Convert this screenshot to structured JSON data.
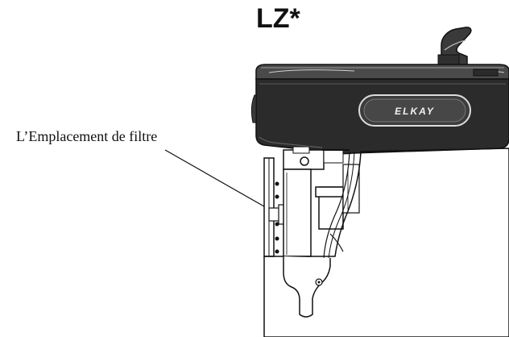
{
  "figure": {
    "model_label": "LZ*",
    "callout_label": "L’Emplacement de filtre",
    "brand_logo_text": "ELKAY"
  },
  "colors": {
    "ink": "#111111",
    "bowl_dark": "#2b2b2b",
    "bowl_mid": "#4a4a4a",
    "background": "#ffffff"
  }
}
